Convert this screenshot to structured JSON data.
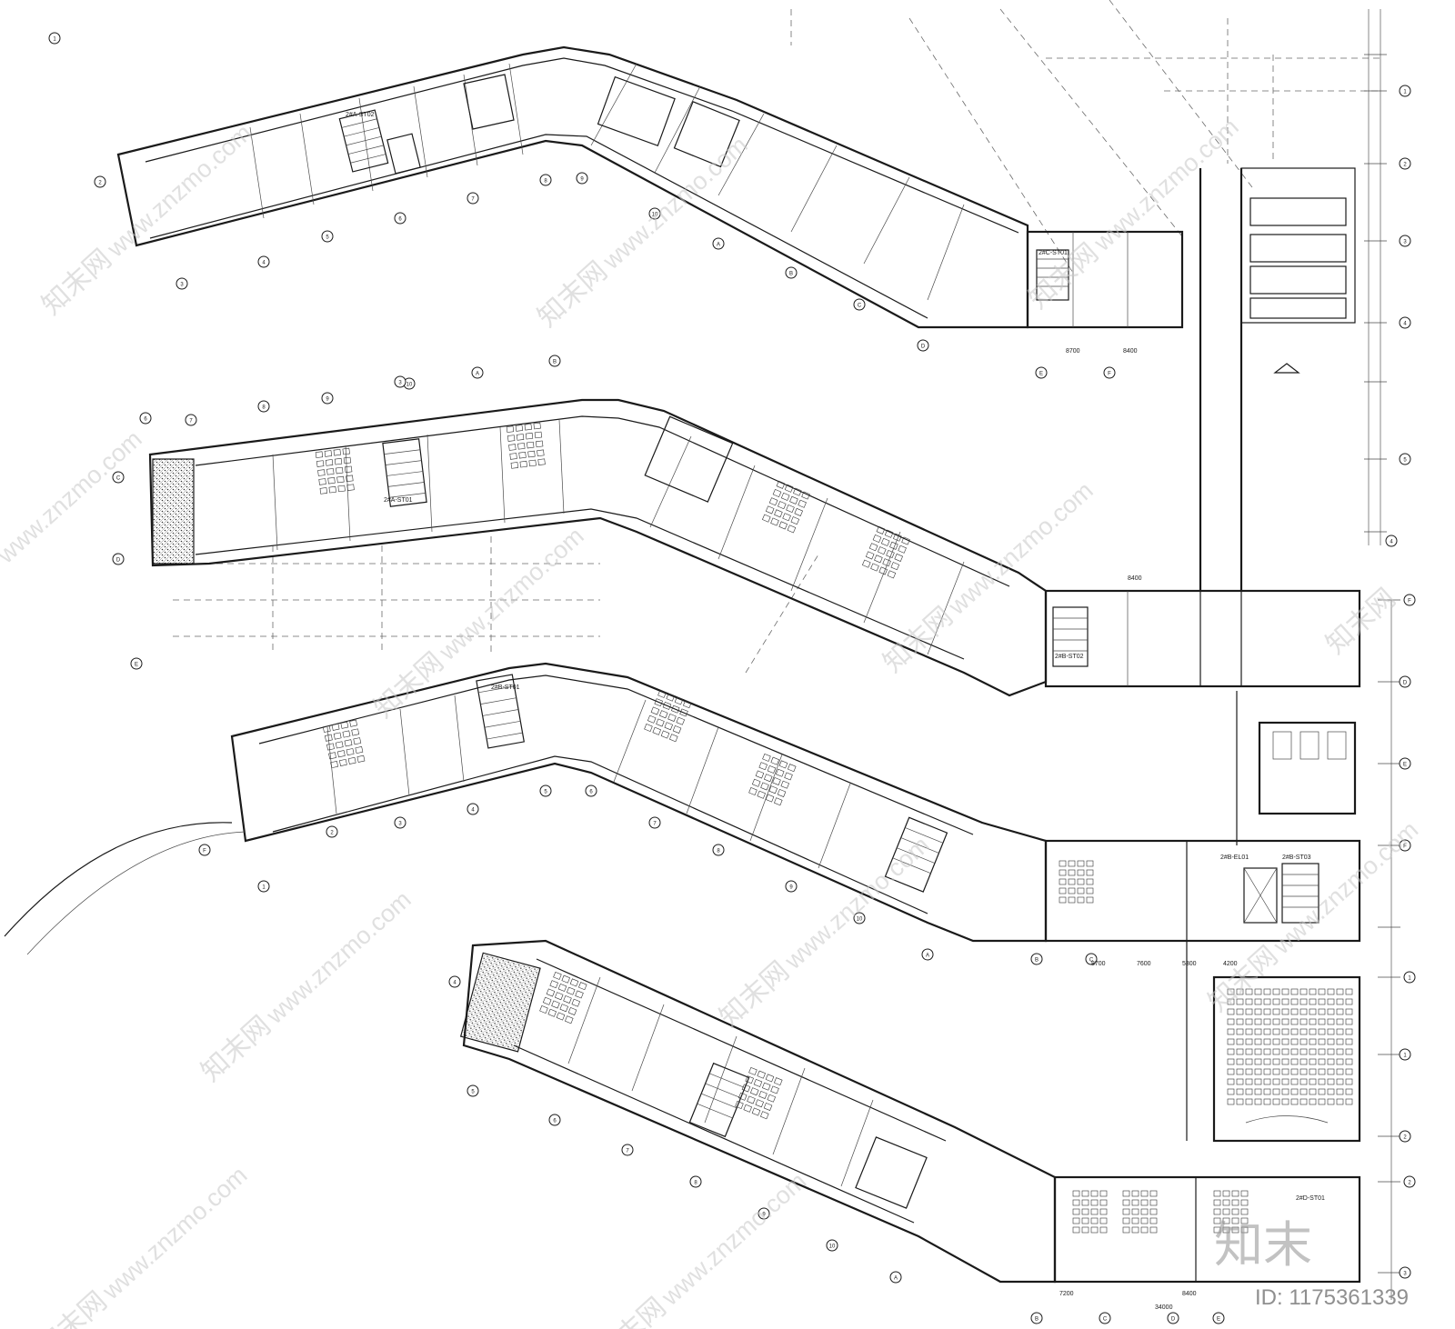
{
  "drawing": {
    "dimension_labels": [
      "8700",
      "8400",
      "34000",
      "5300",
      "4200",
      "7600",
      "8700",
      "8400",
      "8400",
      "7200"
    ],
    "room_tags": [
      "2#A-ST01",
      "2#B-ST01",
      "2#B-ST02",
      "2#C-ST01",
      "2#B-EL01",
      "2#B-ST03",
      "2#A-ST02",
      "2#D-ST01"
    ],
    "axis_bubbles": [
      "1",
      "2",
      "3",
      "4",
      "5",
      "6",
      "7",
      "8",
      "9",
      "10",
      "A",
      "B",
      "C",
      "D",
      "E",
      "F"
    ]
  },
  "watermark": {
    "site_cn": "知末网",
    "site_url": "www.znzmo.com",
    "logo_text": "知末",
    "id_label": "ID: 1175361339"
  },
  "colors": {
    "line": "#1a1a1a",
    "watermark": "#c7c7c7",
    "background": "#ffffff"
  }
}
